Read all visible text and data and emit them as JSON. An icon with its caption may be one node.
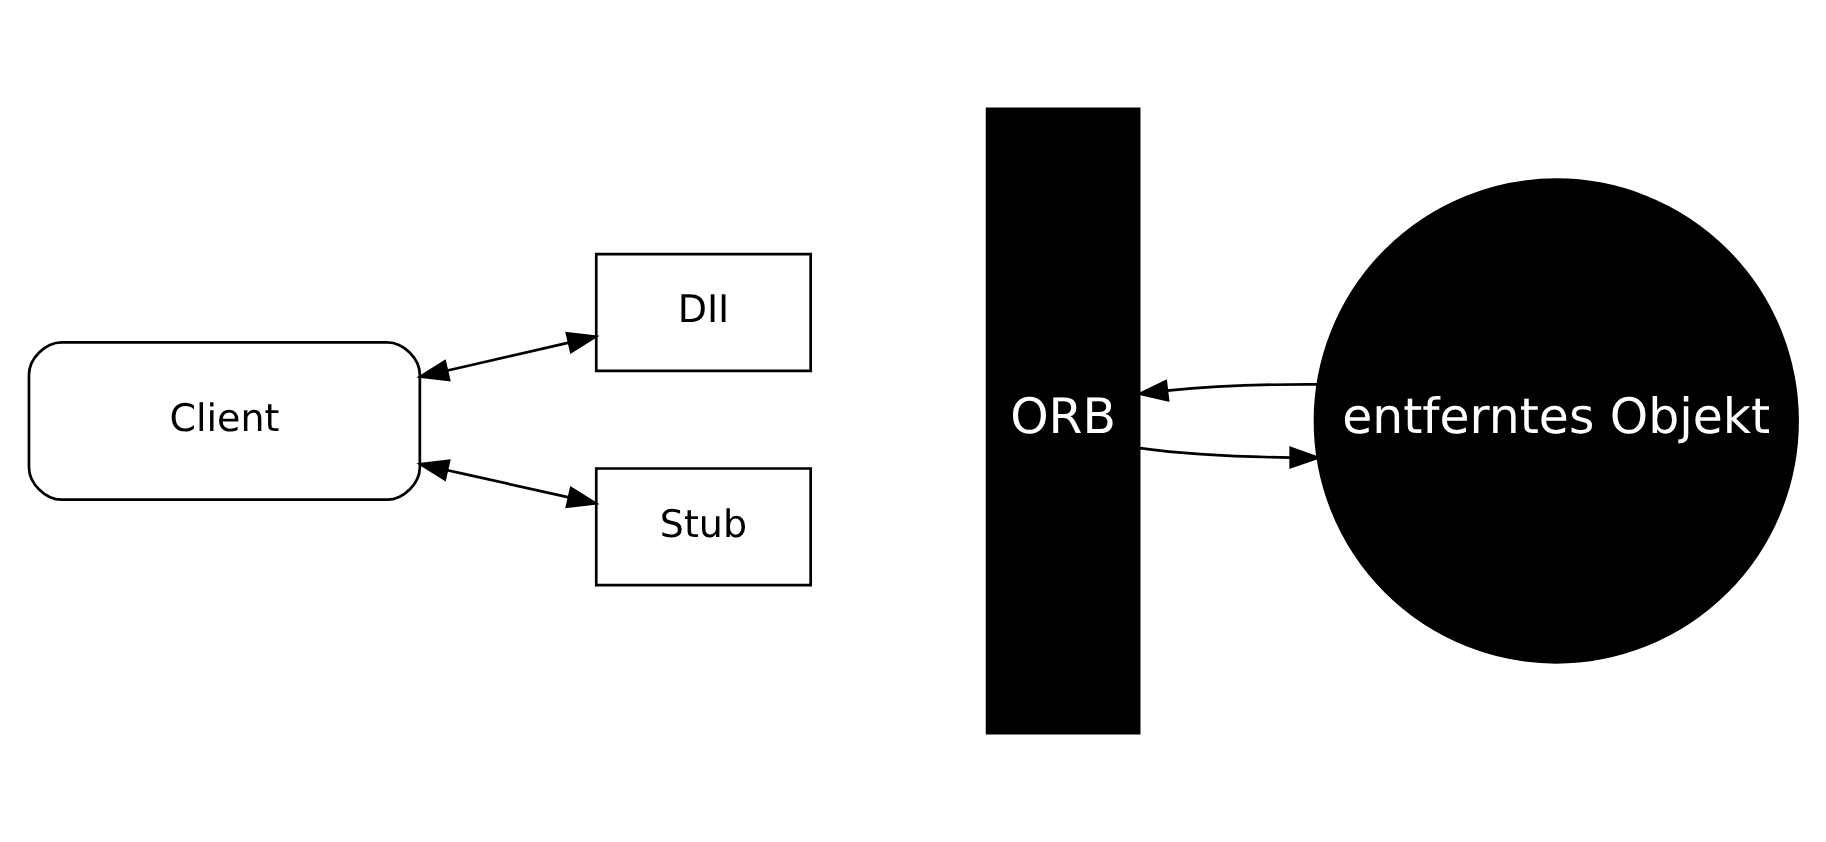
{
  "diagram": {
    "nodes": [
      {
        "text": [
          "Client"
        ]
      },
      {
        "text": [
          "DII"
        ]
      },
      {
        "text": [
          "Stub"
        ]
      },
      {
        "text": [
          "ORB"
        ]
      },
      {
        "text": [
          "entferntes Objekt"
        ]
      }
    ],
    "edges": [
      {
        "from": 0,
        "to": 1,
        "arrow": "both"
      },
      {
        "from": 0,
        "to": 2,
        "arrow": "both"
      },
      {
        "from": 3,
        "to": 4,
        "arrow": "to"
      },
      {
        "from": 4,
        "to": 3,
        "arrow": "to"
      }
    ]
  }
}
